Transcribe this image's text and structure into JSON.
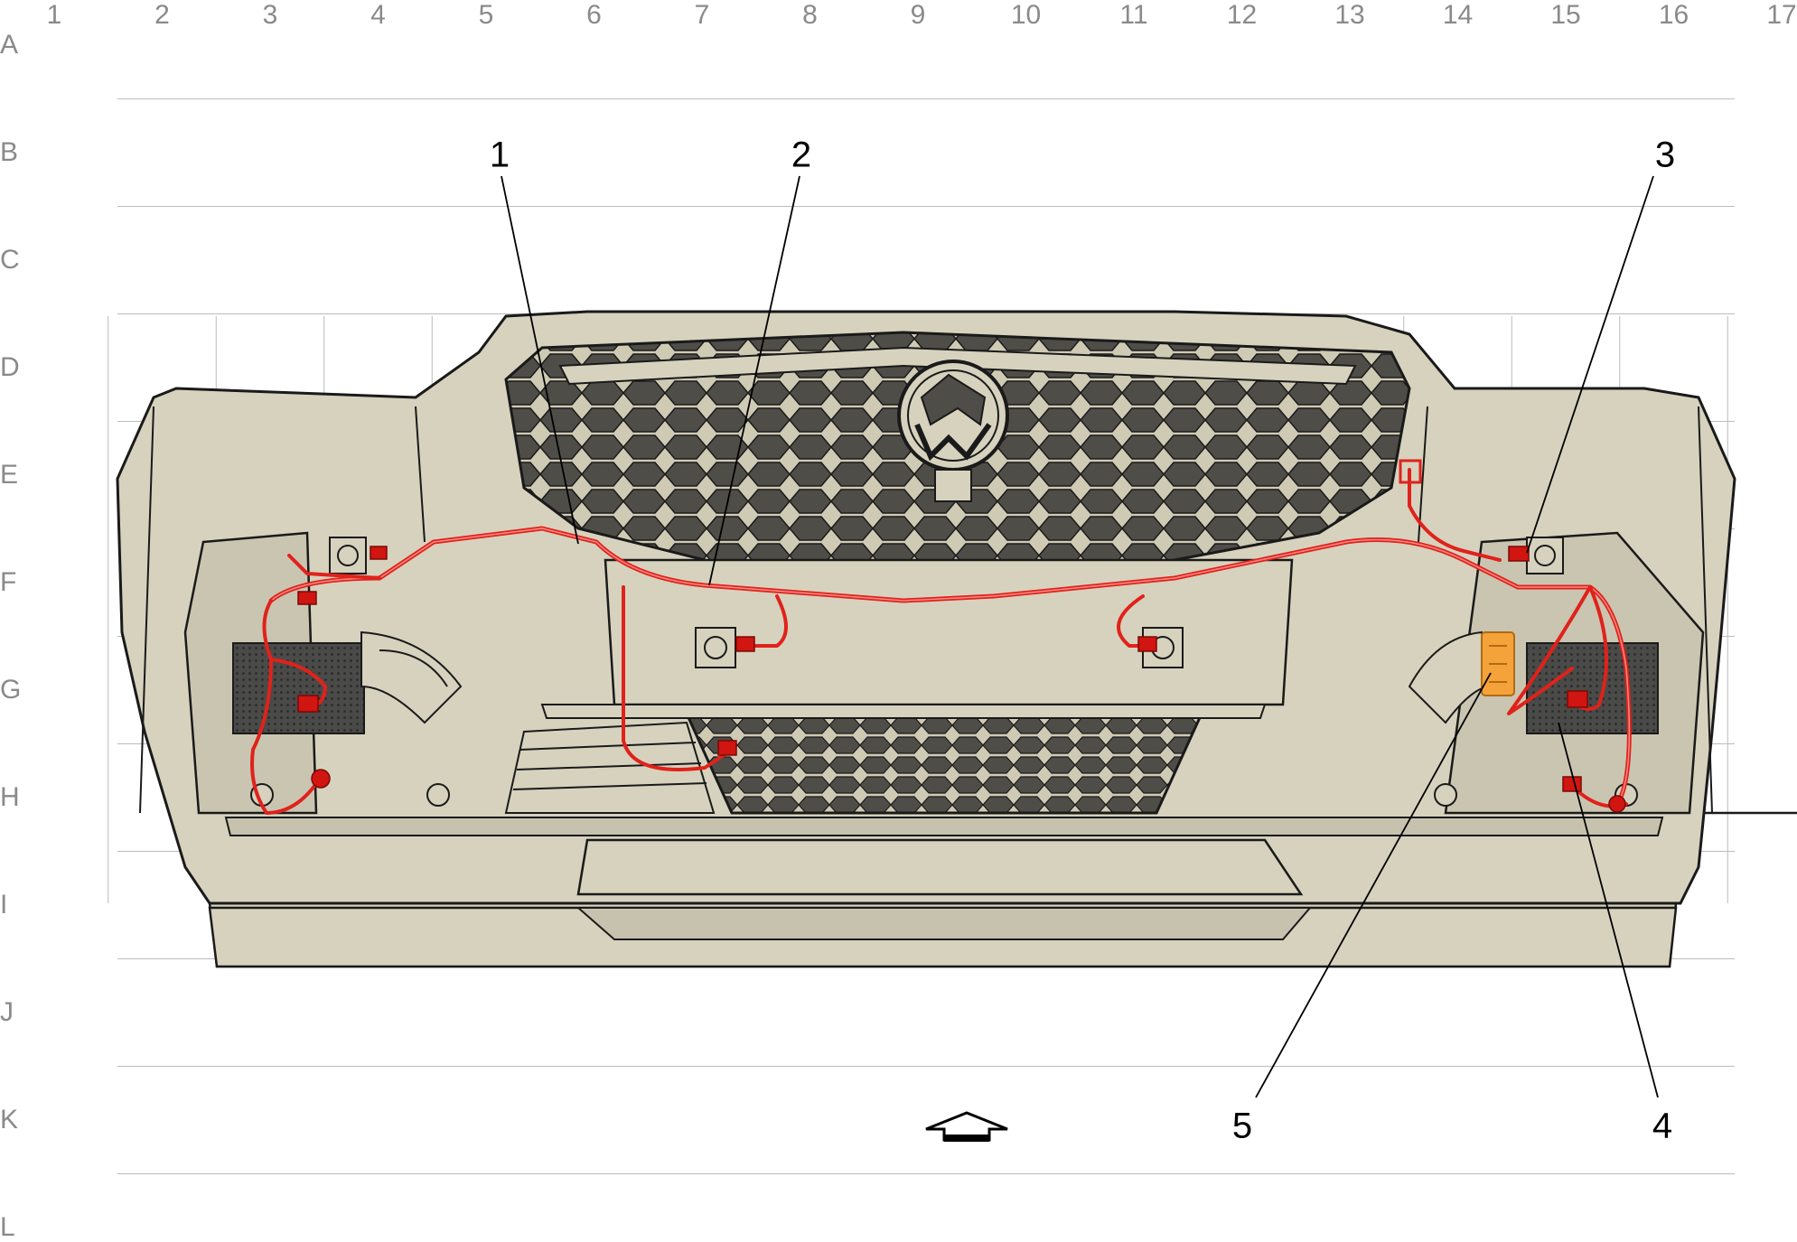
{
  "grid": {
    "columns": [
      "1",
      "2",
      "3",
      "4",
      "5",
      "6",
      "7",
      "8",
      "9",
      "10",
      "11",
      "12",
      "13",
      "14",
      "15",
      "16",
      "17"
    ],
    "rows": [
      "A",
      "B",
      "C",
      "D",
      "E",
      "F",
      "G",
      "H",
      "I",
      "J",
      "K",
      "L"
    ]
  },
  "callouts": [
    "1",
    "2",
    "3",
    "4",
    "5"
  ],
  "icons": {
    "orientation_arrow": "forward-arrow-icon"
  },
  "colors": {
    "body_fill": "#d6d2be",
    "line": "#1a1a1a",
    "harness": "#e0221b",
    "harness_light": "#ff8a85",
    "connector": "#d11510",
    "module": "#f4a23a",
    "grid": "#bcbcbc",
    "label": "#8a8a8a"
  }
}
